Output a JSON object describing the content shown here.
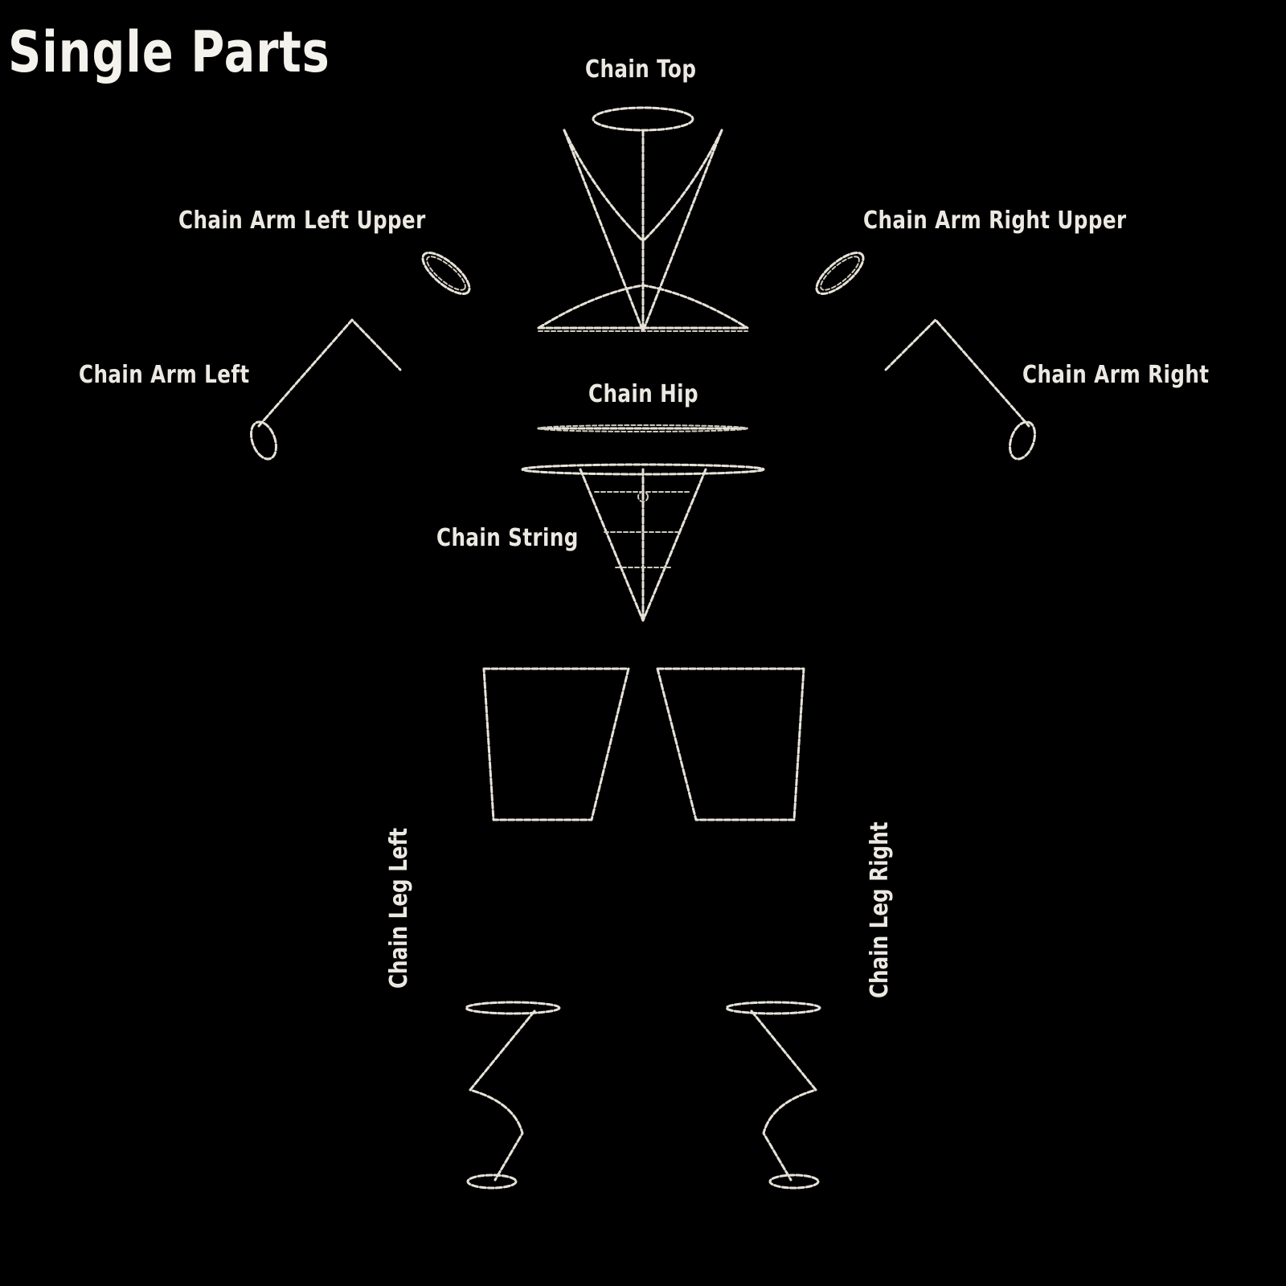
{
  "title": "Single Parts",
  "labels": {
    "chain_top": "Chain Top",
    "chain_arm_left_upper": "Chain Arm  Left Upper",
    "chain_arm_right_upper": "Chain Arm Right Upper",
    "chain_arm_left": "Chain Arm  Left",
    "chain_arm_right": "Chain Arm  Right",
    "chain_hip": "Chain Hip",
    "chain_string": "Chain String",
    "chain_leg_left": "Chain Leg  Left",
    "chain_leg_right": "Chain Leg  Right"
  },
  "colors": {
    "background": "#000000",
    "text": "#ece9e2",
    "chain": "#e6e2d8"
  }
}
